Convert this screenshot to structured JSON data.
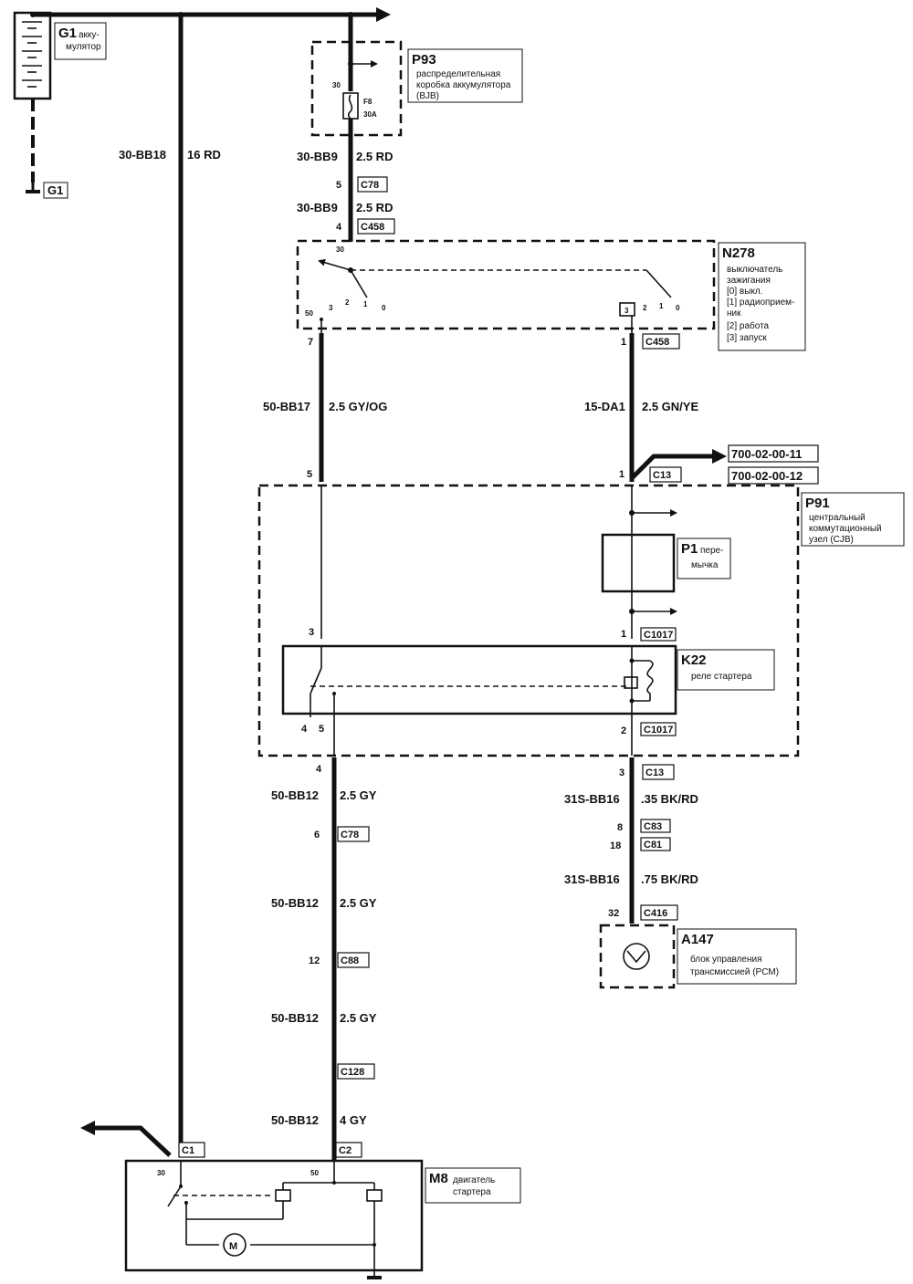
{
  "components": {
    "g1": {
      "id": "G1",
      "desc": [
        "акку-",
        "мулятор"
      ]
    },
    "g1_ground": {
      "id": "G1"
    },
    "p93": {
      "id": "P93",
      "desc": [
        "распределительная",
        "коробка аккумулятора",
        "(BJB)"
      ],
      "pin": "30",
      "fuse": "F8",
      "fuse_rating": "30A"
    },
    "n278": {
      "id": "N278",
      "desc": [
        "выключатель",
        "зажигания",
        "[0] выкл.",
        "[1] радиоприем-",
        "ник",
        "[2] работа",
        "[3] запуск"
      ],
      "pin30": "30",
      "pin50": "50",
      "pos3": "3",
      "pos2": "2",
      "pos1": "1",
      "pos0": "0",
      "r_pos3": "3",
      "r_pos2": "2",
      "r_pos1": "1",
      "r_pos0": "0"
    },
    "p91": {
      "id": "P91",
      "desc": [
        "центральный",
        "коммутационный",
        "узел (CJB)"
      ]
    },
    "p1": {
      "id": "P1",
      "desc": [
        "пере-",
        "мычка"
      ]
    },
    "k22": {
      "id": "K22",
      "desc": [
        "реле стартера"
      ]
    },
    "a147": {
      "id": "A147",
      "desc": [
        "блок управления",
        "трансмиссией (PCM)"
      ]
    },
    "m8": {
      "id": "M8",
      "desc": [
        "двигатель",
        "стартера"
      ],
      "pin30": "30",
      "pin50": "50",
      "motor": "M"
    }
  },
  "wires": {
    "w_batt_main": {
      "code": "30-BB18",
      "spec": "16 RD"
    },
    "w_p93_c78": {
      "code": "30-BB9",
      "spec": "2.5 RD"
    },
    "w_c78_c458": {
      "code": "30-BB9",
      "spec": "2.5 RD"
    },
    "w_start": {
      "code": "50-BB17",
      "spec": "2.5 GY/OG"
    },
    "w_ign": {
      "code": "15-DA1",
      "spec": "2.5 GN/YE"
    },
    "w_c13_c78": {
      "code": "50-BB12",
      "spec": "2.5 GY"
    },
    "w_c78_c88": {
      "code": "50-BB12",
      "spec": "2.5 GY"
    },
    "w_c88_c128": {
      "code": "50-BB12",
      "spec": "2.5 GY"
    },
    "w_c128_c2": {
      "code": "50-BB12",
      "spec": "4 GY"
    },
    "w_c13_c83": {
      "code": "31S-BB16",
      "spec": ".35 BK/RD"
    },
    "w_c81_c416": {
      "code": "31S-BB16",
      "spec": ".75 BK/RD"
    }
  },
  "connectors": {
    "c78_top": {
      "name": "C78",
      "pin": "5"
    },
    "c458_top": {
      "name": "C458",
      "pin": "4"
    },
    "c458_left": {
      "pin": "7"
    },
    "c458_right": {
      "name": "C458",
      "pin": "1"
    },
    "c13_left": {
      "pin": "5"
    },
    "c13_right": {
      "name": "C13",
      "pin": "1"
    },
    "c1017_top": {
      "name": "C1017",
      "pin_left": "3",
      "pin_right": "1"
    },
    "c1017_bottom": {
      "name": "C1017",
      "pin_left4": "4",
      "pin_left5": "5",
      "pin_right": "2"
    },
    "c13_low_left": {
      "pin": "4"
    },
    "c13_low_right": {
      "name": "C13",
      "pin": "3"
    },
    "c78_low": {
      "name": "C78",
      "pin": "6"
    },
    "c83": {
      "name": "C83",
      "pin": "8"
    },
    "c81": {
      "name": "C81",
      "pin": "18"
    },
    "c416": {
      "name": "C416",
      "pin": "32"
    },
    "c88": {
      "name": "C88",
      "pin": "12"
    },
    "c128": {
      "name": "C128"
    },
    "c1": {
      "name": "C1"
    },
    "c2": {
      "name": "C2"
    }
  },
  "refs": {
    "ref1": "700-02-00-11",
    "ref2": "700-02-00-12"
  }
}
